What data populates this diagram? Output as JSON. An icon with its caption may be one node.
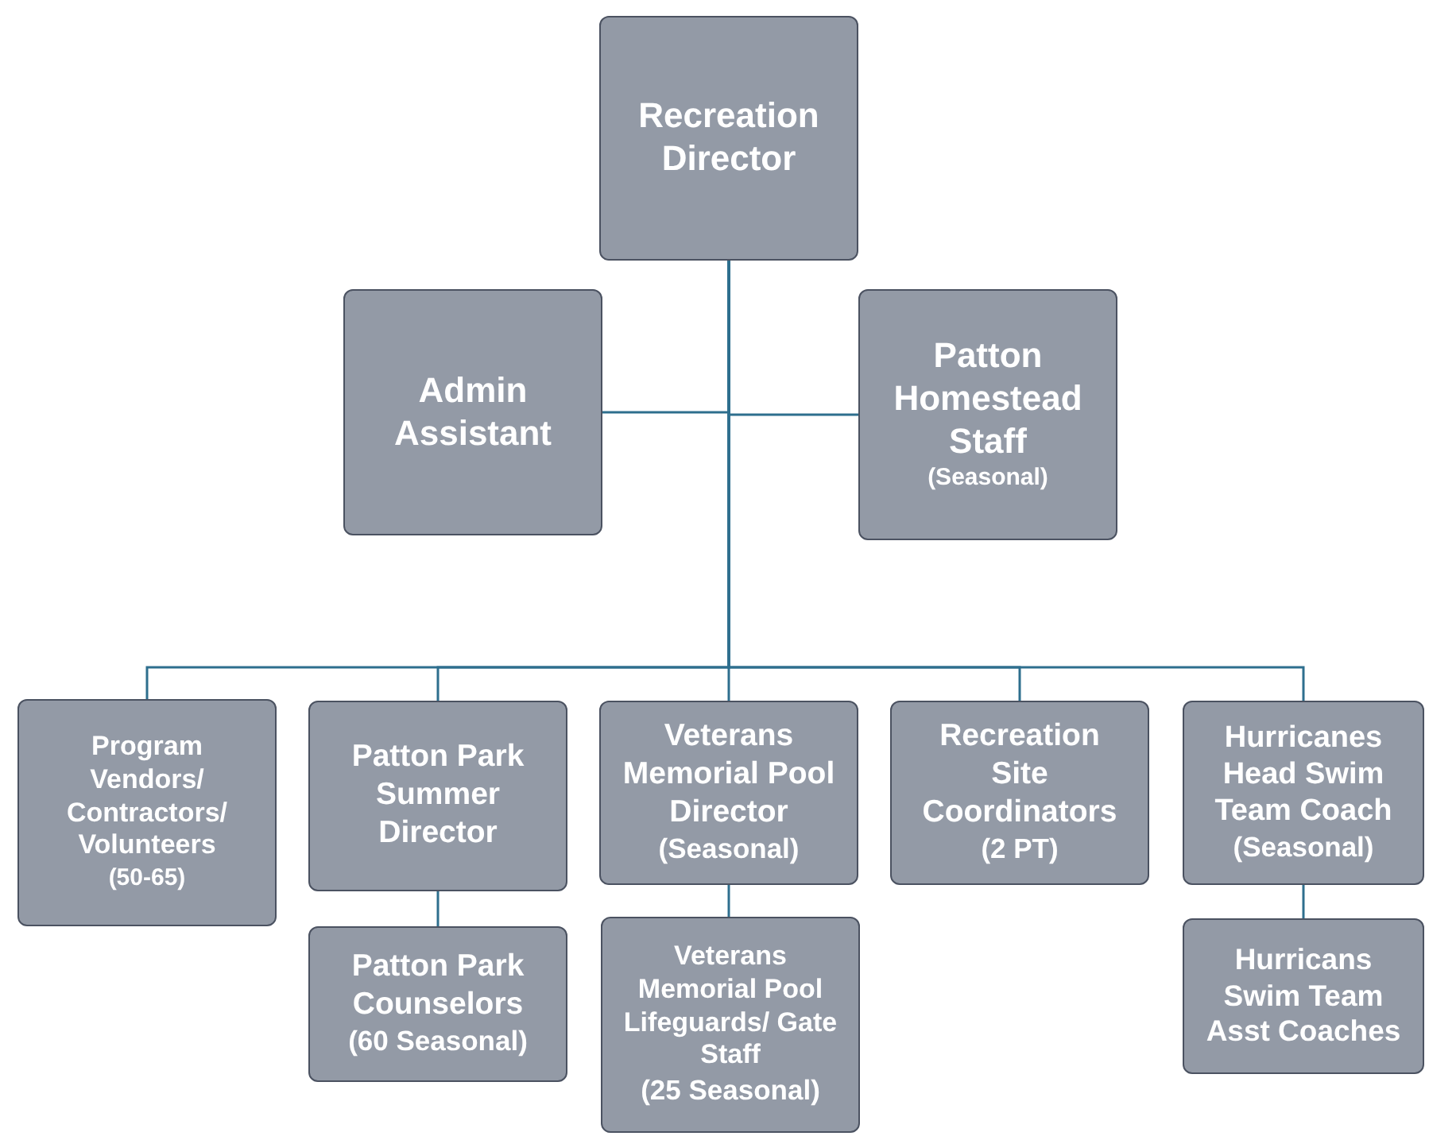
{
  "diagram": {
    "nodes": [
      {
        "text": [
          "Recreation Director"
        ]
      },
      {
        "text": [
          "Admin Assistant"
        ]
      },
      {
        "text": [
          "Patton Homestead Staff",
          "(Seasonal)"
        ]
      },
      {
        "text": [
          "Program Vendors/ Contractors/ Volunteers",
          "(50-65)"
        ]
      },
      {
        "text": [
          "Patton Park Summer Director"
        ]
      },
      {
        "text": [
          "Veterans Memorial Pool Director",
          "(Seasonal)"
        ]
      },
      {
        "text": [
          "Recreation Site Coordinators",
          "(2 PT)"
        ]
      },
      {
        "text": [
          "Hurricanes Head Swim Team Coach",
          "(Seasonal)"
        ]
      },
      {
        "text": [
          "Patton Park Counselors",
          "(60 Seasonal)"
        ]
      },
      {
        "text": [
          "Veterans Memorial Pool Lifeguards/ Gate Staff",
          "(25 Seasonal)"
        ]
      },
      {
        "text": [
          "Hurricans Swim Team Asst Coaches"
        ]
      }
    ],
    "edges": [
      {
        "from": 0,
        "to": 1,
        "arrow": "none"
      },
      {
        "from": 0,
        "to": 2,
        "arrow": "none"
      },
      {
        "from": 0,
        "to": 3,
        "arrow": "none"
      },
      {
        "from": 0,
        "to": 4,
        "arrow": "none"
      },
      {
        "from": 0,
        "to": 5,
        "arrow": "none"
      },
      {
        "from": 0,
        "to": 6,
        "arrow": "none"
      },
      {
        "from": 0,
        "to": 7,
        "arrow": "none"
      },
      {
        "from": 4,
        "to": 8,
        "arrow": "none"
      },
      {
        "from": 5,
        "to": 9,
        "arrow": "none"
      },
      {
        "from": 7,
        "to": 10,
        "arrow": "none"
      }
    ]
  }
}
